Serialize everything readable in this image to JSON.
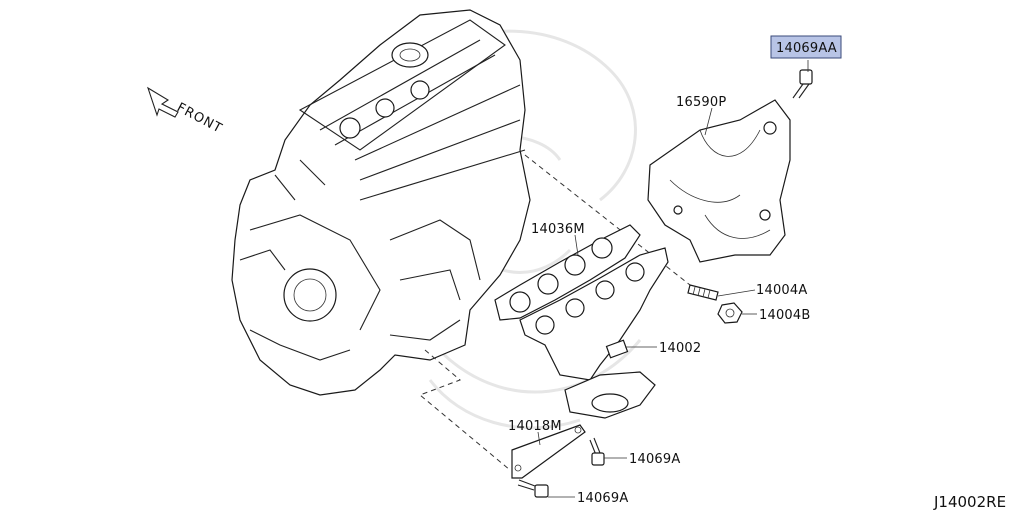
{
  "diagram": {
    "front_label": "FRONT",
    "reference_code": "J14002RE",
    "callouts": {
      "heat_insulator_bolt": "14069AA",
      "heat_insulator": "16590P",
      "gasket": "14036M",
      "stud": "14004A",
      "nut": "14004B",
      "manifold": "14002",
      "bracket": "14018M",
      "bolt_upper": "14069A",
      "bolt_lower": "14069A"
    },
    "colors": {
      "highlight": "#b8c4e6",
      "line": "#1a1a1a",
      "watermark": "#e6e6e6"
    }
  }
}
